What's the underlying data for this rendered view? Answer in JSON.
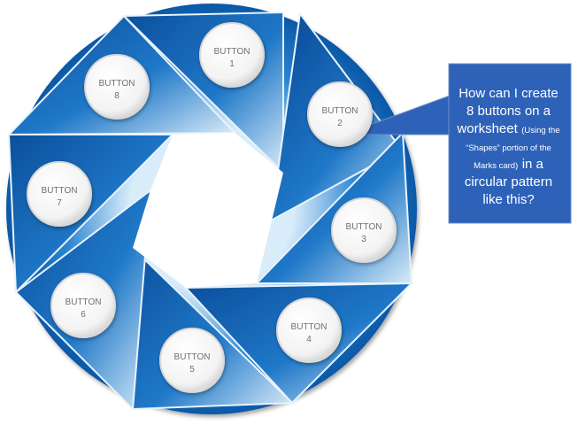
{
  "buttons": [
    {
      "line1": "BUTTON",
      "line2": "1"
    },
    {
      "line1": "BUTTON",
      "line2": "2"
    },
    {
      "line1": "BUTTON",
      "line2": "3"
    },
    {
      "line1": "BUTTON",
      "line2": "4"
    },
    {
      "line1": "BUTTON",
      "line2": "5"
    },
    {
      "line1": "BUTTON",
      "line2": "6"
    },
    {
      "line1": "BUTTON",
      "line2": "7"
    },
    {
      "line1": "BUTTON",
      "line2": "8"
    }
  ],
  "callout": {
    "part1": "How can I create 8 buttons on a worksheet",
    "part2": "(Using the “Shapes” portion of the Marks card)",
    "part3": "in a circular pattern like this?"
  },
  "colors": {
    "blue_dark": "#0b4f9c",
    "blue_mid": "#1f78c8",
    "blue_light": "#d8ebf8",
    "callout_fill": "#2e62b9"
  }
}
